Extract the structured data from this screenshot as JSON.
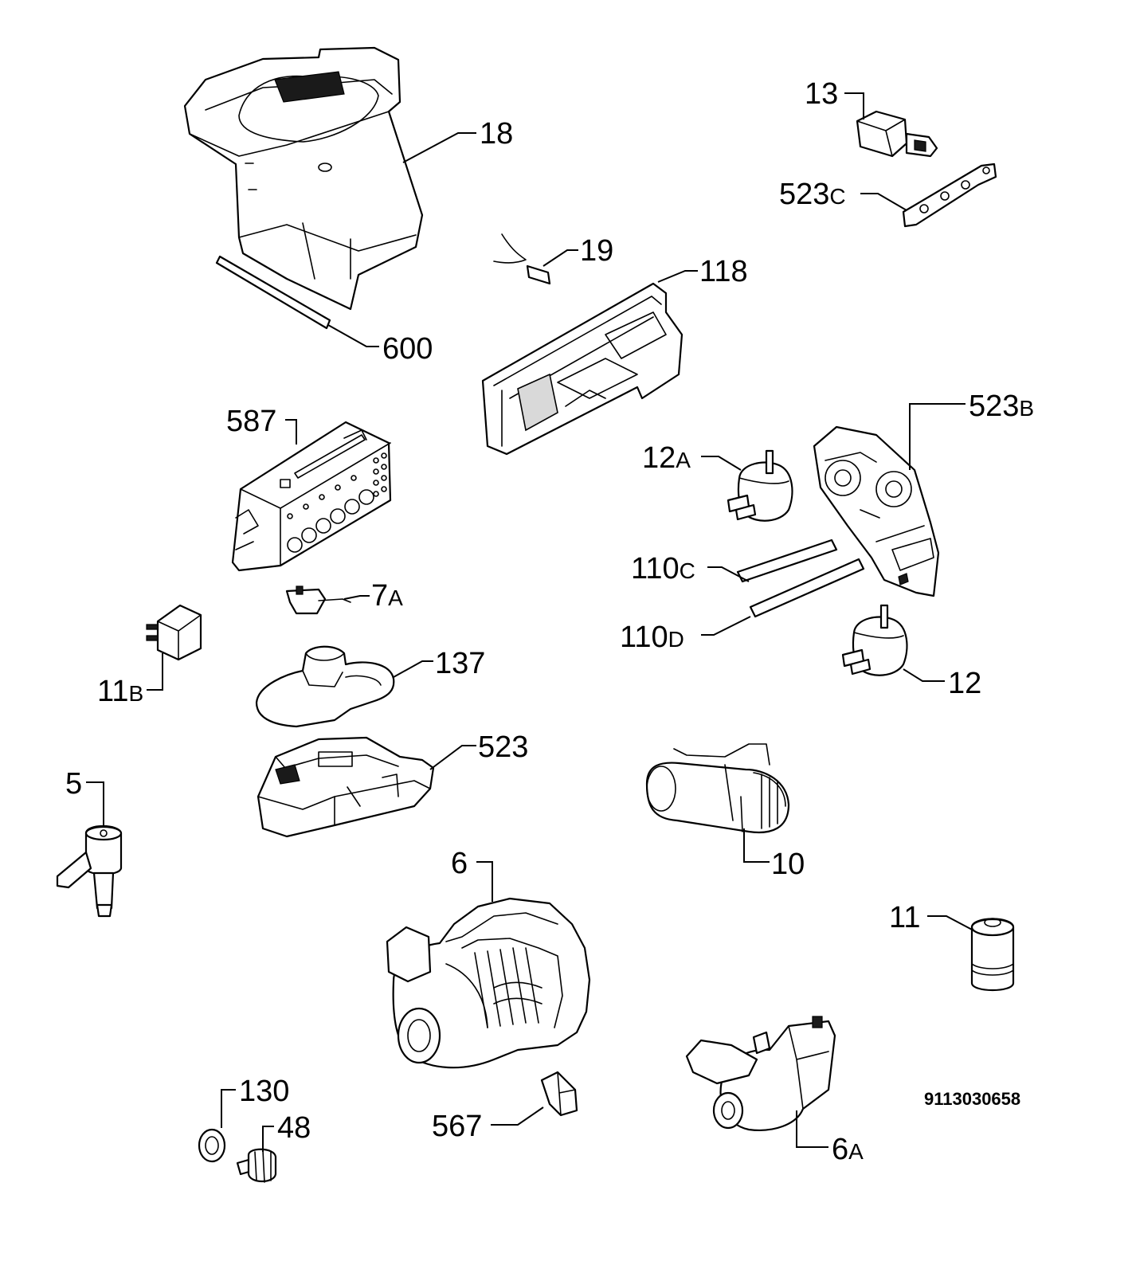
{
  "labels": {
    "p18": "18",
    "p600": "600",
    "p13": "13",
    "p523c": "523",
    "p523c_suffix": "C",
    "p19": "19",
    "p118": "118",
    "p587": "587",
    "p523b": "523",
    "p523b_suffix": "B",
    "p12a": "12",
    "p12a_suffix": "A",
    "p110c": "110",
    "p110c_suffix": "C",
    "p110d": "110",
    "p110d_suffix": "D",
    "p12": "12",
    "p7a": "7",
    "p7a_suffix": "A",
    "p11b": "11",
    "p11b_suffix": "B",
    "p137": "137",
    "p523": "523",
    "p5": "5",
    "p10": "10",
    "p6": "6",
    "p11": "11",
    "p130": "130",
    "p48": "48",
    "p567": "567",
    "p6a": "6",
    "p6a_suffix": "A"
  },
  "drawing_code": "9113030658"
}
